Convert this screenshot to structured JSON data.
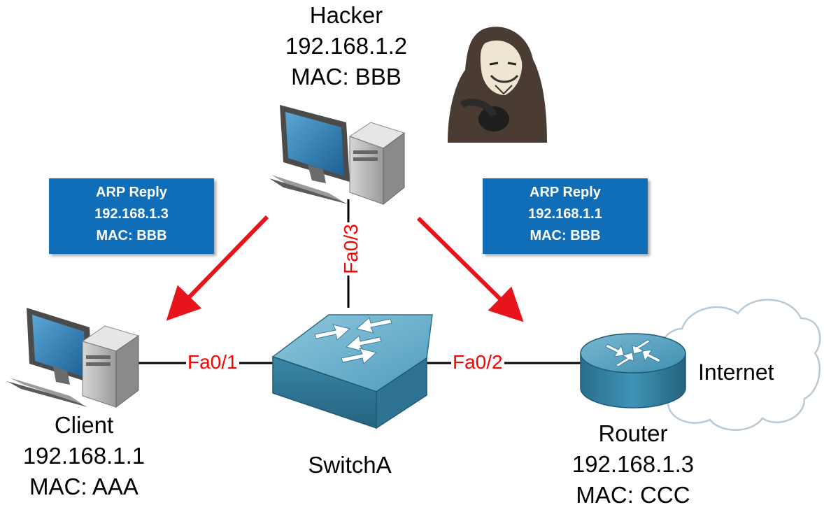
{
  "hacker": {
    "name": "Hacker",
    "ip": "192.168.1.2",
    "mac": "MAC: BBB"
  },
  "client": {
    "name": "Client",
    "ip": "192.168.1.1",
    "mac": "MAC: AAA"
  },
  "switch": {
    "name": "SwitchA"
  },
  "router": {
    "name": "Router",
    "ip": "192.168.1.3",
    "mac": "MAC: CCC"
  },
  "cloud": {
    "label": "Internet"
  },
  "ports": {
    "client": "Fa0/1",
    "router": "Fa0/2",
    "hacker": "Fa0/3"
  },
  "arp_to_client": {
    "title": "ARP Reply",
    "ip": "192.168.1.3",
    "mac": "MAC: BBB"
  },
  "arp_to_router": {
    "title": "ARP Reply",
    "ip": "192.168.1.1",
    "mac": "MAC: BBB"
  },
  "colors": {
    "arp_box": "#0f6eb7",
    "arrow": "#e8141b",
    "port_text": "#ff0000",
    "device_blue": "#3d8fb0"
  }
}
